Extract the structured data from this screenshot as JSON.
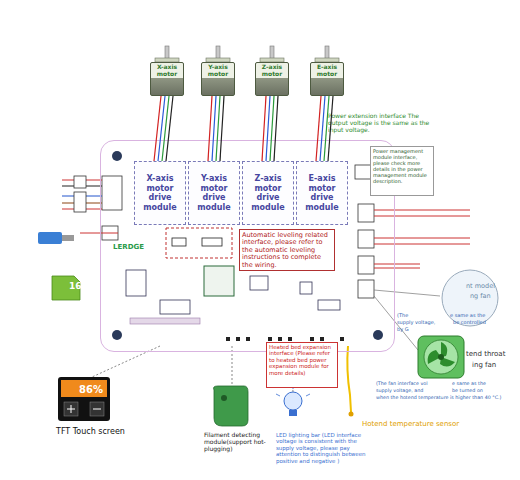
{
  "diagram": {
    "nodes": [
      {
        "text": [
          "X-axis motor"
        ]
      },
      {
        "text": [
          "Y-axis motor"
        ]
      },
      {
        "text": [
          "Z-axis motor"
        ]
      },
      {
        "text": [
          "E-axis motor"
        ]
      },
      {
        "text": [
          "LERDGE"
        ]
      },
      {
        "text": [
          "X-axis motor drive module"
        ],
        "in": 4
      },
      {
        "text": [
          "Y-axis motor drive module"
        ],
        "in": 4
      },
      {
        "text": [
          "Z-axis motor drive module"
        ],
        "in": 4
      },
      {
        "text": [
          "E-axis motor drive module"
        ],
        "in": 4
      },
      {
        "text": [
          "Automatic leveling related interface, please refer to the automatic leveling instructions to complete the wiring."
        ],
        "in": 4
      },
      {
        "text": [
          "Power management module interface, please check more details in the power management module description."
        ]
      },
      {
        "text": [
          "Heated bed expansion interface (Please refer to heated bed power expansion module for more details)"
        ]
      }
    ],
    "edges": [
      {
        "from": 0,
        "to": 5,
        "arrow": "none"
      },
      {
        "from": 1,
        "to": 6,
        "arrow": "none"
      },
      {
        "from": 2,
        "to": 7,
        "arrow": "none"
      },
      {
        "from": 3,
        "to": 8,
        "arrow": "none"
      }
    ],
    "labels": [
      "Power extension interface The output voltage is the same as the input voltage.",
      "16",
      "86%",
      "TFT Touch screen",
      "Filament detecting module(support hot-plugging)",
      "LED lighting bar (LED interface voltage is consistent with the supply voltage, please pay attention to distinguish between positive and negative )",
      "Hotend temperature sensor",
      "nt model",
      "ng fan",
      "(The",
      "e same as the",
      "supply voltage,",
      "be controlled",
      "by G",
      "tend throat",
      "ing fan",
      "(The fan interface vol",
      "e same as the",
      "supply voltage, and",
      "be turned on",
      "when the hotend temperature is higher than 40 °C.)"
    ]
  }
}
